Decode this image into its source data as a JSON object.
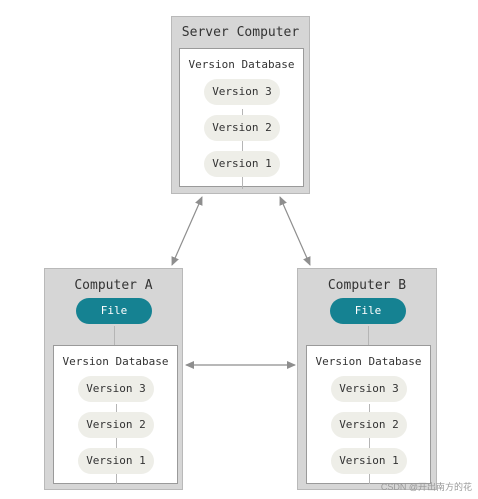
{
  "server": {
    "title": "Server Computer",
    "db_title": "Version Database",
    "versions": [
      "Version 3",
      "Version 2",
      "Version 1"
    ]
  },
  "computer_a": {
    "title": "Computer A",
    "file_label": "File",
    "db_title": "Version Database",
    "versions": [
      "Version 3",
      "Version 2",
      "Version 1"
    ]
  },
  "computer_b": {
    "title": "Computer B",
    "file_label": "File",
    "db_title": "Version Database",
    "versions": [
      "Version 3",
      "Version 2",
      "Version 1"
    ]
  },
  "watermark": "CSDN @开出南方的花",
  "colors": {
    "panel": "#d6d6d6",
    "version_pill": "#eeeee8",
    "file_pill": "#158292",
    "arrow": "#8e8e8e"
  }
}
